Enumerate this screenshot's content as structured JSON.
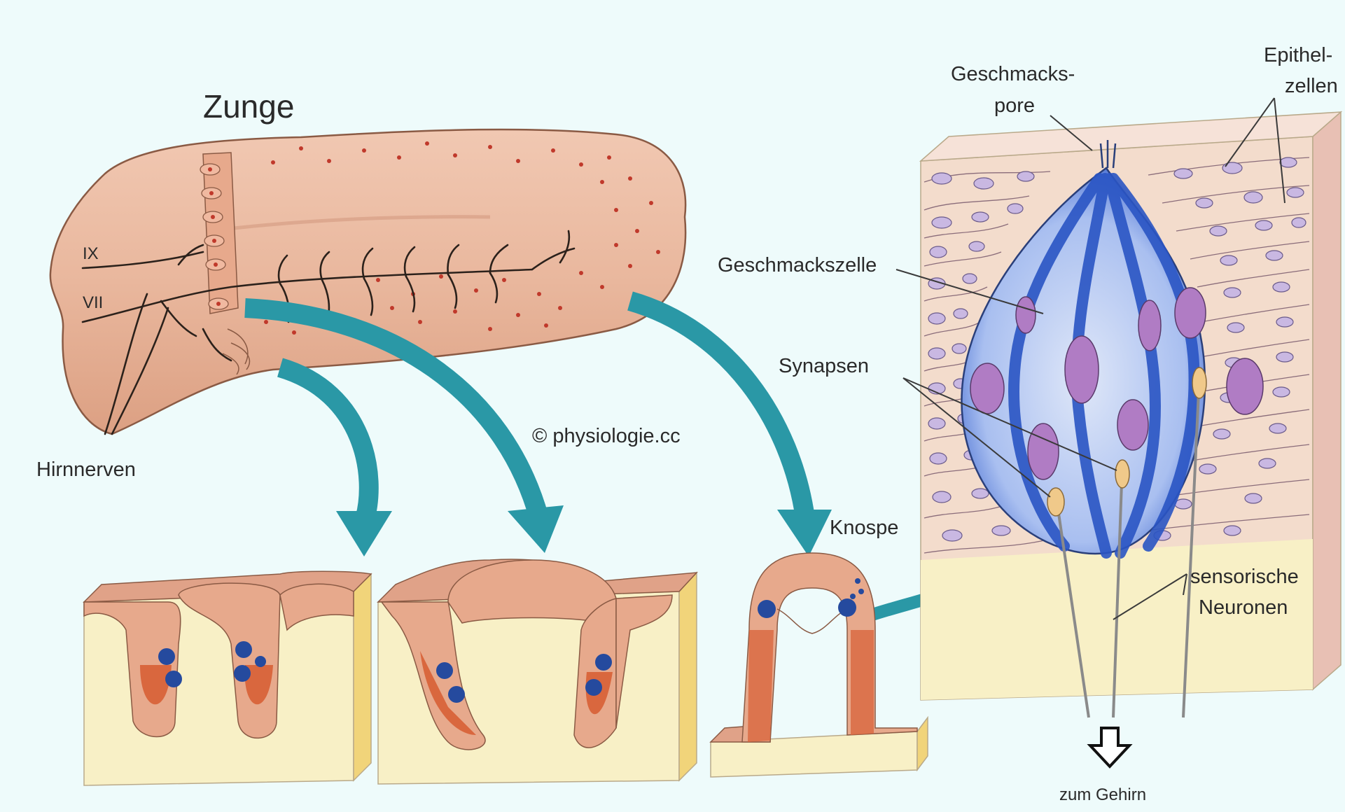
{
  "title": "Zunge",
  "copyright": "© physiologie.cc",
  "nerves": {
    "ix": "IX",
    "vii": "VII",
    "label": "Hirnnerven"
  },
  "bud": {
    "pore_line1": "Geschmacks-",
    "pore_line2": "pore",
    "epithel_line1": "Epithel-",
    "epithel_line2": "zellen",
    "cell": "Geschmackszelle",
    "synapses": "Synapsen",
    "bud": "Knospe",
    "neurons_line1": "sensorische",
    "neurons_line2": "Neuronen",
    "to_brain": "zum Gehirn"
  },
  "colors": {
    "background": "#eefbfb",
    "tongue": "#e9b9a0",
    "papilla": "#e7a98c",
    "papilla_deep": "#d9673e",
    "tissue": "#f8f0c6",
    "arrow": "#2a98a6",
    "bud_blue": "#2a55c4",
    "bud_light": "#b9ccee",
    "nucleus": "#b07cc4"
  }
}
